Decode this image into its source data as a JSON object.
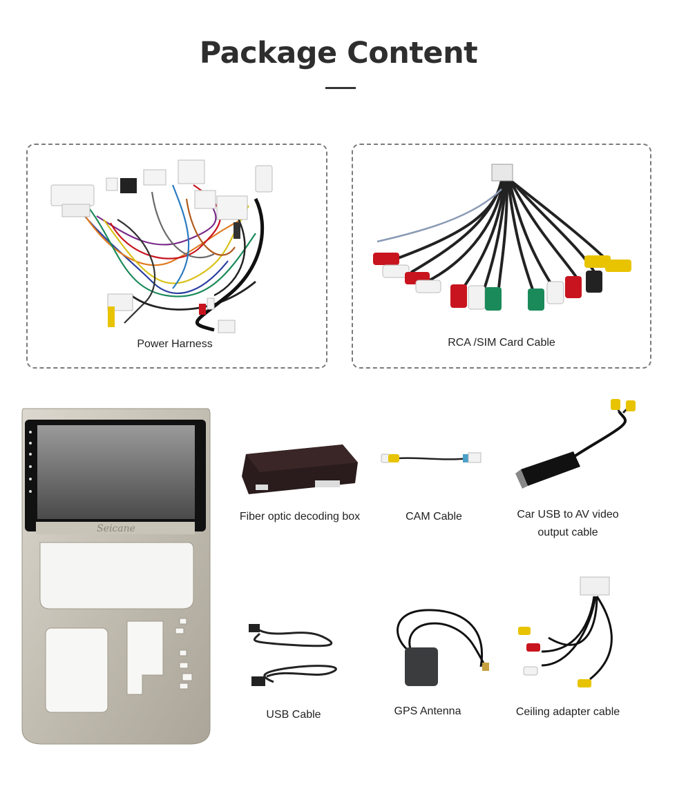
{
  "header": {
    "title": "Package Content"
  },
  "items": {
    "power_harness": "Power Harness",
    "rca_sim": "RCA /SIM Card Cable",
    "fiber_box": "Fiber optic decoding box",
    "cam_cable": "CAM Cable",
    "usb_av_line1": "Car USB to AV video",
    "usb_av_line2": "output cable",
    "usb_cable": "USB Cable",
    "gps": "GPS Antenna",
    "ceiling": "Ceiling adapter cable"
  },
  "unit": {
    "logo": "Seicane"
  },
  "colors": {
    "red": "#c8141e",
    "yellow": "#e8c300",
    "green": "#1a8a5a",
    "white": "#f2f2f2",
    "panel": "#c9c4b8"
  }
}
